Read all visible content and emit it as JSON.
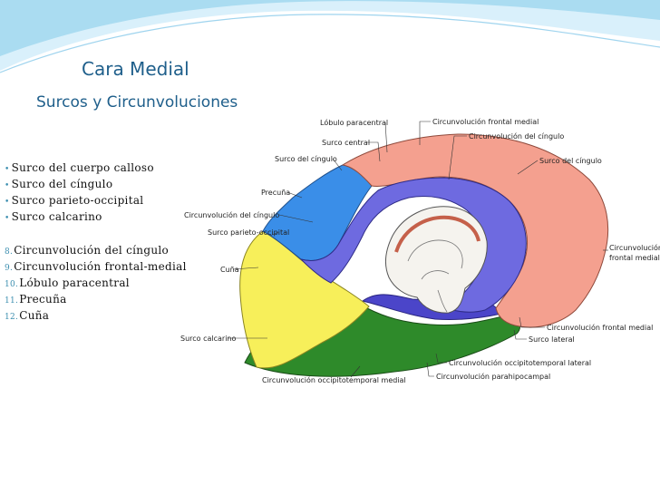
{
  "slide": {
    "title": "Cara Medial",
    "subtitle": "Surcos y Circunvoluciones",
    "theme_colors": {
      "title": "#1f5f8b",
      "swoosh_light": "#d9f0fb",
      "swoosh_mid": "#9fd4ee",
      "bullet_marker": "#3d8fb0"
    }
  },
  "list": {
    "bullets": [
      {
        "marker": "•",
        "text": "Surco del cuerpo calloso"
      },
      {
        "marker": "•",
        "text": "Surco del cíngulo"
      },
      {
        "marker": "•",
        "text": "Surco parieto-occipital"
      },
      {
        "marker": "•",
        "text": "Surco calcarino"
      }
    ],
    "numbered": [
      {
        "num": "8.",
        "text": "Circunvolución del cíngulo"
      },
      {
        "num": "9.",
        "text": "Circunvolución frontal-medial"
      },
      {
        "num": "10.",
        "text": "Lóbulo paracentral"
      },
      {
        "num": "11.",
        "text": "Precuña"
      },
      {
        "num": "12.",
        "text": "Cuña"
      }
    ]
  },
  "diagram": {
    "region_colors": {
      "frontal_medial": "#f4a08f",
      "cingulate": "#6e6ae0",
      "precuneus": "#3a8ee8",
      "cuneus": "#f7ef5a",
      "occipitotemporal": "#2e8a2a",
      "parahippocampal": "#4b45c9"
    },
    "labels": {
      "lobulo_paracentral": "Lóbulo paracentral",
      "surco_central": "Surco central",
      "surco_cingulo_left": "Surco del cíngulo",
      "precuna": "Precuña",
      "circ_cingulo_left": "Circunvolución del cíngulo",
      "surco_parieto_occipital": "Surco parieto-occipital",
      "cuna": "Cuña",
      "surco_calcarino": "Surco calcarino",
      "circ_frontal_medial_top": "Circunvolución frontal medial",
      "circ_cingulo_top": "Circunvolución del cíngulo",
      "surco_cingulo_right": "Surco del cíngulo",
      "circ_frontal_medial_right_1": "Circunvolución",
      "circ_frontal_medial_right_2": "frontal medial",
      "circ_frontal_medial_bottom": "Circunvolución frontal medial",
      "surco_lateral": "Surco lateral",
      "circ_occipitotemporal_lateral": "Circunvolución occipitotemporal lateral",
      "circ_parahipocampal": "Circunvolución parahipocampal",
      "circ_occipitotemporal_medial": "Circunvolución occipitotemporal medial"
    }
  }
}
